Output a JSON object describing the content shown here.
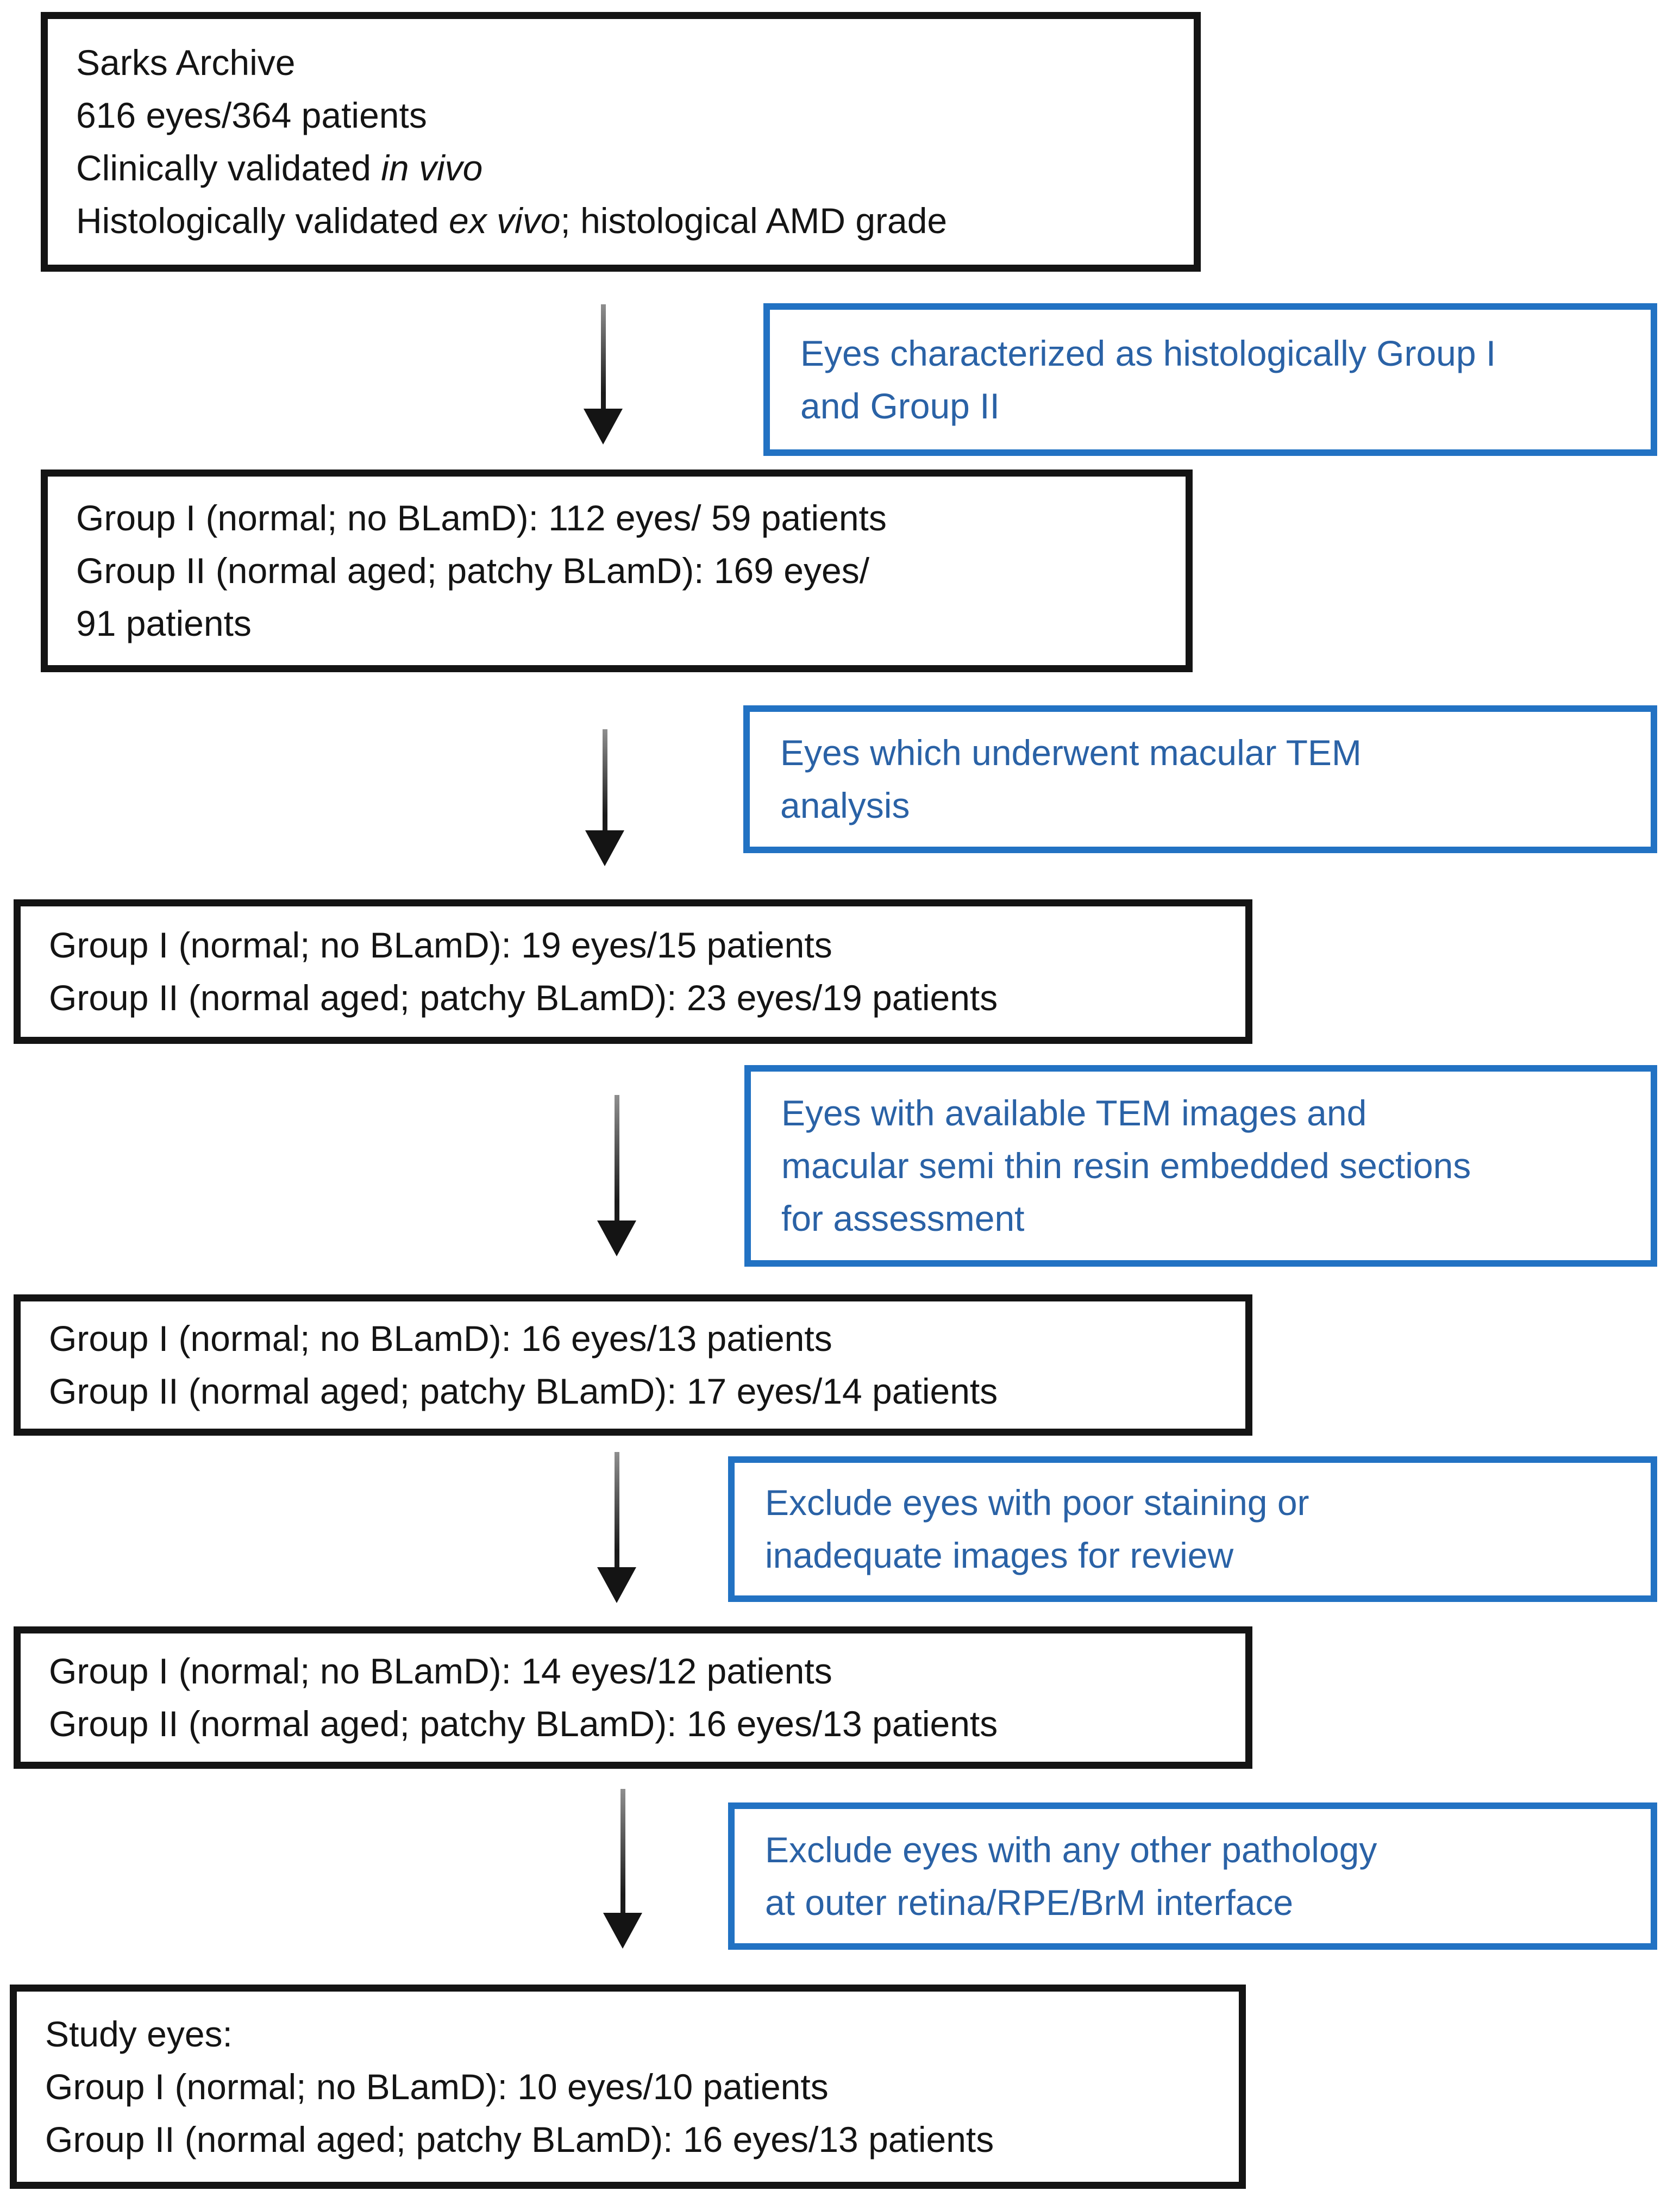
{
  "colors": {
    "background": "#ffffff",
    "ink": "#141414",
    "arrow": "#141414",
    "blue-border": "#2272C3",
    "blue-text": "#2A62A6"
  },
  "boxes": [
    {
      "name": "sarks-archive",
      "lines": [
        [
          {
            "t": "Sarks Archive"
          }
        ],
        [
          {
            "t": "616 eyes/364 patients"
          }
        ],
        [
          {
            "t": "Clinically validated "
          },
          {
            "t": "in vivo",
            "italic": true
          }
        ],
        [
          {
            "t": "Histologically validated "
          },
          {
            "t": "ex vivo",
            "italic": true
          },
          {
            "t": "; histological AMD grade"
          }
        ]
      ]
    },
    {
      "name": "groups-initial",
      "lines": [
        [
          {
            "t": "Group I (normal; no BLamD): 112 eyes/ 59 patients"
          }
        ],
        [
          {
            "t": "Group II (normal aged; patchy BLamD): 169 eyes/"
          }
        ],
        [
          {
            "t": "91 patients"
          }
        ]
      ]
    },
    {
      "name": "groups-tem-analysis",
      "lines": [
        [
          {
            "t": "Group I (normal; no BLamD): 19 eyes/15 patients"
          }
        ],
        [
          {
            "t": "Group II (normal aged; patchy BLamD): 23 eyes/19 patients"
          }
        ]
      ]
    },
    {
      "name": "groups-available-images",
      "lines": [
        [
          {
            "t": "Group I (normal; no BLamD): 16 eyes/13 patients"
          }
        ],
        [
          {
            "t": "Group II (normal aged; patchy BLamD): 17 eyes/14 patients"
          }
        ]
      ]
    },
    {
      "name": "groups-after-quality-exclusion",
      "lines": [
        [
          {
            "t": "Group I (normal; no BLamD): 14 eyes/12 patients"
          }
        ],
        [
          {
            "t": "Group II (normal aged; patchy BLamD): 16 eyes/13 patients"
          }
        ]
      ]
    },
    {
      "name": "study-eyes",
      "lines": [
        [
          {
            "t": "Study eyes:"
          }
        ],
        [
          {
            "t": "Group I (normal; no BLamD): 10 eyes/10 patients"
          }
        ],
        [
          {
            "t": "Group II (normal aged; patchy BLamD): 16 eyes/13 patients"
          }
        ]
      ]
    }
  ],
  "annotations": [
    {
      "name": "histology-groups",
      "lines": [
        "Eyes characterized as histologically Group I",
        "and Group II"
      ]
    },
    {
      "name": "macular-tem",
      "lines": [
        "Eyes which underwent macular TEM",
        "analysis"
      ]
    },
    {
      "name": "tem-images-sections",
      "lines": [
        "Eyes with available TEM images and",
        "macular semi thin resin embedded sections",
        "for assessment"
      ]
    },
    {
      "name": "exclude-staining",
      "lines": [
        "Exclude eyes with poor staining or",
        "inadequate images for review"
      ]
    },
    {
      "name": "exclude-pathology",
      "lines": [
        "Exclude eyes with any other pathology",
        "at outer retina/RPE/BrM interface"
      ]
    }
  ]
}
